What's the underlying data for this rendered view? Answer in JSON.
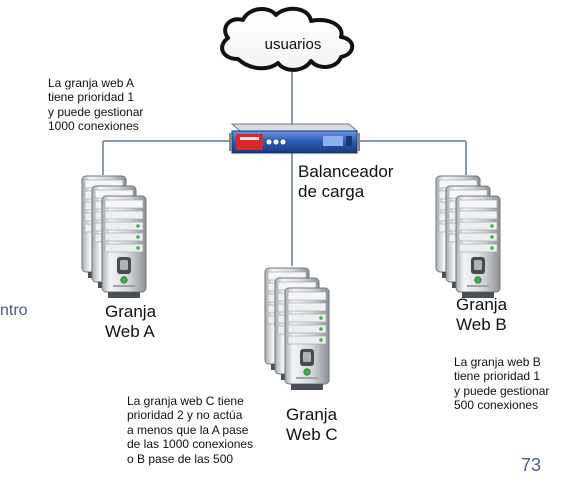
{
  "cloud": {
    "label": "usuarios"
  },
  "balancer": {
    "label": "Balanceador\nde carga"
  },
  "farms": {
    "a": {
      "label": "Granja\nWeb A",
      "note": "La granja web A\ntiene prioridad 1\ny puede gestionar\n1000 conexiones"
    },
    "b": {
      "label": "Granja\nWeb B",
      "note": "La granja web B\ntiene prioridad 1\ny puede gestionar\n500 conexiones"
    },
    "c": {
      "label": "Granja\nWeb C",
      "note": "La granja web C tiene\nprioridad 2 y no actúa\na menos que la A pase\nde las 1000 conexiones\no B pase de las 500"
    }
  },
  "fragment_text": "ntro",
  "page_number": "73",
  "colors": {
    "line": "#8a99b3",
    "balancer_blue": "#2f5db6",
    "balancer_red": "#d8282c",
    "server_body": "#d7dadd",
    "server_dark": "#8c9196",
    "server_led": "#39b54a",
    "muted_text": "#4b5c8a"
  },
  "icons": {
    "cloud": "cloud-icon",
    "balancer": "load-balancer-icon",
    "server_stack": "server-stack-icon"
  }
}
